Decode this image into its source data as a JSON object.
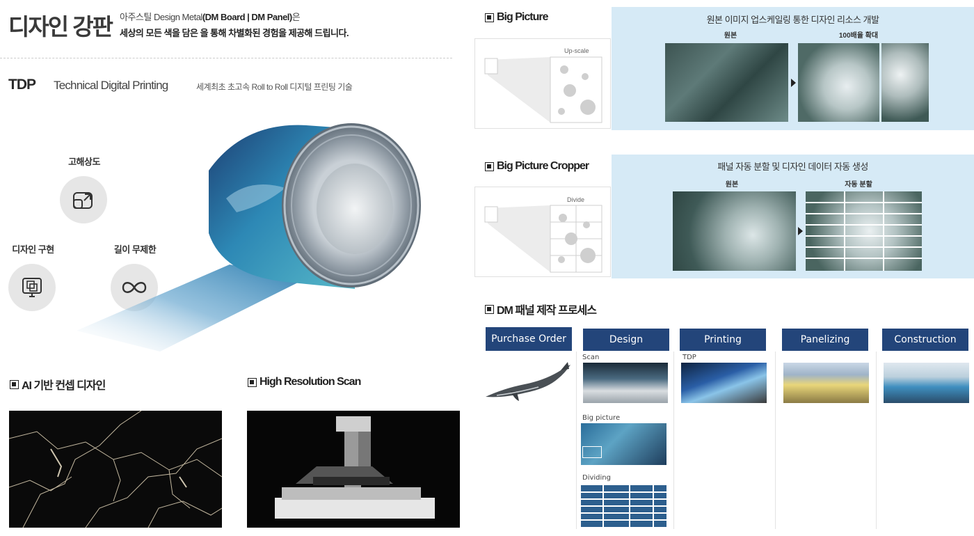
{
  "header": {
    "title": "디자인 강판",
    "intro_line1_prefix": "아주스틸 Design Metal",
    "intro_line1_bold": "(DM Board | DM Panel)",
    "intro_line1_suffix": "은",
    "intro_line2": "세상의 모든 색을 담은 을 통해 차별화된 경험을 제공해 드립니다."
  },
  "tdp": {
    "abbr": "TDP",
    "full": "Technical Digital Printing",
    "desc": "세계최초 초고속 Roll to Roll 디지털 프린팅 기술"
  },
  "features": [
    {
      "label": "고해상도",
      "icon": "expand-icon"
    },
    {
      "label": "디자인 구현",
      "icon": "monitor-design-icon"
    },
    {
      "label": "길이 무제한",
      "icon": "infinity-icon"
    }
  ],
  "sections": {
    "ai": "AI 기반 컨셉 디자인",
    "scan": "High Resolution Scan",
    "big_picture": "Big Picture",
    "cropper": "Big Picture Cropper",
    "process": "DM 패널 제작 프로세스"
  },
  "big_picture_panel": {
    "diagram_label": "Up-scale",
    "title": "원본 이미지 업스케일링 통한 디자인 리소스 개발",
    "left_label": "원본",
    "right_label": "100배율 확대"
  },
  "cropper_panel": {
    "diagram_label": "Divide",
    "title": "패널 자동 분할 및 디자인 데이터 자동 생성",
    "left_label": "원본",
    "right_label": "자동 분할"
  },
  "process": {
    "steps": [
      {
        "label": "Purchase Order"
      },
      {
        "label": "Design"
      },
      {
        "label": "Printing"
      },
      {
        "label": "Panelizing"
      },
      {
        "label": "Construction"
      }
    ],
    "design_captions": [
      "Scan",
      "Big picture",
      "Dividing"
    ],
    "printing_caption": "TDP"
  },
  "colors": {
    "process_header": "#23457a",
    "blue_panel": "#d6eaf6"
  }
}
